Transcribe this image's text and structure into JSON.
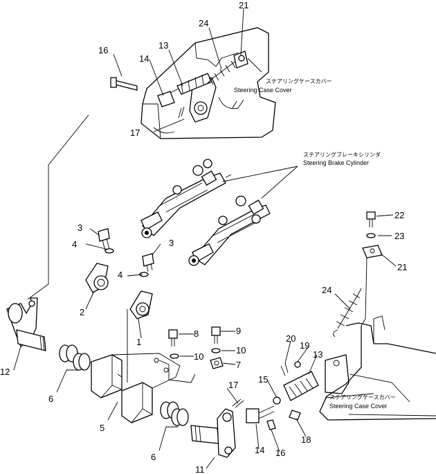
{
  "callouts": {
    "case_cover_top": {
      "jp": "ステアリングケースカバー",
      "en": "Steering Case Cover"
    },
    "brake_cylinder": {
      "jp": "ステアリングブレーキシリンダ",
      "en": "Steering Brake Cylinder"
    },
    "case_cover_right": {
      "jp": "ステアリングケースカバー",
      "en": "Steering Case Cover"
    }
  },
  "part_numbers": [
    {
      "id": "p21-top",
      "text": "21"
    },
    {
      "id": "p24-top",
      "text": "24"
    },
    {
      "id": "p13-top",
      "text": "13"
    },
    {
      "id": "p16-top",
      "text": "16"
    },
    {
      "id": "p14-top",
      "text": "14"
    },
    {
      "id": "p17-top",
      "text": "17"
    },
    {
      "id": "p3-upper",
      "text": "3"
    },
    {
      "id": "p4-upper",
      "text": "4"
    },
    {
      "id": "p3-lower",
      "text": "3"
    },
    {
      "id": "p4-lower",
      "text": "4"
    },
    {
      "id": "p2",
      "text": "2"
    },
    {
      "id": "p1",
      "text": "1"
    },
    {
      "id": "p12",
      "text": "12"
    },
    {
      "id": "p8",
      "text": "8"
    },
    {
      "id": "p9",
      "text": "9"
    },
    {
      "id": "p10-left",
      "text": "10"
    },
    {
      "id": "p10-right",
      "text": "10"
    },
    {
      "id": "p7",
      "text": "7"
    },
    {
      "id": "p6-left",
      "text": "6"
    },
    {
      "id": "p5",
      "text": "5"
    },
    {
      "id": "p6-bottom",
      "text": "6"
    },
    {
      "id": "p17-bottom",
      "text": "17"
    },
    {
      "id": "p11",
      "text": "11"
    },
    {
      "id": "p14-bottom",
      "text": "14"
    },
    {
      "id": "p16-bottom",
      "text": "16"
    },
    {
      "id": "p15",
      "text": "15"
    },
    {
      "id": "p20",
      "text": "20"
    },
    {
      "id": "p19",
      "text": "19"
    },
    {
      "id": "p13-right",
      "text": "13"
    },
    {
      "id": "p18",
      "text": "18"
    },
    {
      "id": "p22",
      "text": "22"
    },
    {
      "id": "p23",
      "text": "23"
    },
    {
      "id": "p21-right",
      "text": "21"
    },
    {
      "id": "p24-right",
      "text": "24"
    }
  ]
}
